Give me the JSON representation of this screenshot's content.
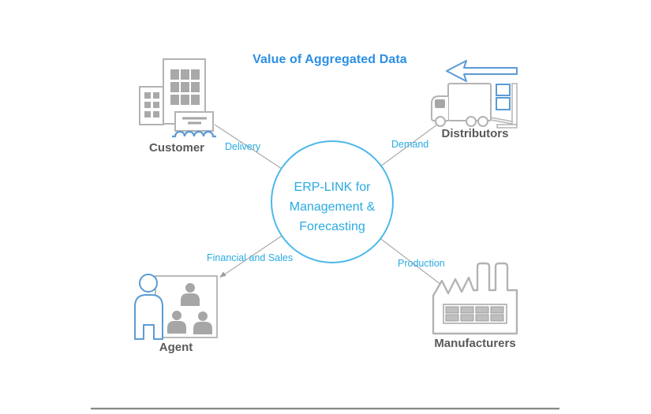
{
  "title": "Value of Aggregated Data",
  "hub": {
    "lines": [
      "ERP-LINK for",
      "Management &",
      "Forecasting"
    ]
  },
  "nodes": {
    "customer": {
      "label": "Customer",
      "icon": "buildings-receipt-icon"
    },
    "distributors": {
      "label": "Distributors",
      "icon": "truck-forklift-icon"
    },
    "agent": {
      "label": "Agent",
      "icon": "presenter-audience-icon"
    },
    "manufacturers": {
      "label": "Manufacturers",
      "icon": "factory-icon"
    }
  },
  "connectors": {
    "delivery": {
      "label": "Delivery",
      "from": "hub",
      "to": "customer"
    },
    "demand": {
      "label": "Demand",
      "from": "hub",
      "to": "distributors"
    },
    "financial_and_sales": {
      "label": "Financial and Sales",
      "from": "hub",
      "to": "agent"
    },
    "production": {
      "label": "Production",
      "from": "hub",
      "to": "manufacturers"
    }
  },
  "colors": {
    "title_blue": "#2b8fe3",
    "label_cyan": "#29abe2",
    "hub_circle_stroke": "#4db8ea",
    "icon_accent_blue": "#5b9bd5",
    "icon_outline_gray": "#b3b3b3",
    "icon_fill_gray": "#a6a6a6",
    "node_label_gray": "#595959",
    "connector_gray": "#ababab",
    "divider_gray": "#8a8a8a"
  }
}
